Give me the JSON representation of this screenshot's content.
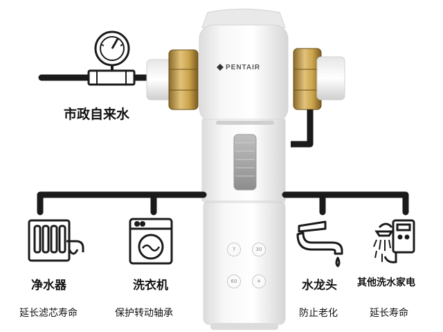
{
  "source": {
    "label": "市政自来水"
  },
  "product": {
    "brand": "PENTAIR",
    "buttons": [
      "7",
      "30",
      "60",
      "☀"
    ]
  },
  "outputs": [
    {
      "name": "净水器",
      "benefit": "延长滤芯寿命",
      "icon": "water-purifier-icon"
    },
    {
      "name": "洗衣机",
      "benefit": "保护转动轴承",
      "icon": "washing-machine-icon"
    },
    {
      "name": "水龙头",
      "benefit": "防止老化",
      "icon": "faucet-icon"
    },
    {
      "name": "其他洗水家电",
      "benefit": "延长寿命",
      "icon": "water-heater-icon"
    }
  ],
  "colors": {
    "pipe": "#1a1a1a",
    "brass": "#c9a24a",
    "body": "#f2f2f2"
  }
}
